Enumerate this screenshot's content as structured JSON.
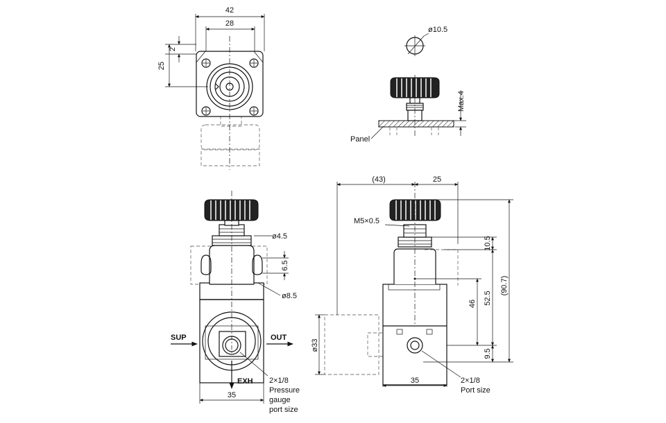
{
  "dimensions": {
    "top_width": "42",
    "top_inner": "28",
    "top_height": "25",
    "top_offset": "2",
    "hole_dia": "ø10.5",
    "panel_max": "Max.4",
    "side_left": "(43)",
    "side_right": "25",
    "side_thread": "M5×0.5",
    "side_h1": "10.5",
    "side_total": "(90.7)",
    "side_h2": "52.5",
    "side_h3": "46",
    "side_h4": "9.5",
    "gauge_dia": "ø33",
    "side_base": "35",
    "front_d1": "ø4.5",
    "front_d2": "6.5",
    "front_d3": "ø8.5",
    "front_base": "35"
  },
  "labels": {
    "panel": "Panel",
    "sup": "SUP",
    "out": "OUT",
    "exh": "EXH",
    "front_port": "2×1/8",
    "gauge_port_1": "Pressure",
    "gauge_port_2": "gauge",
    "gauge_port_3": "port size",
    "side_port": "2×1/8",
    "side_port_size": "Port size"
  }
}
